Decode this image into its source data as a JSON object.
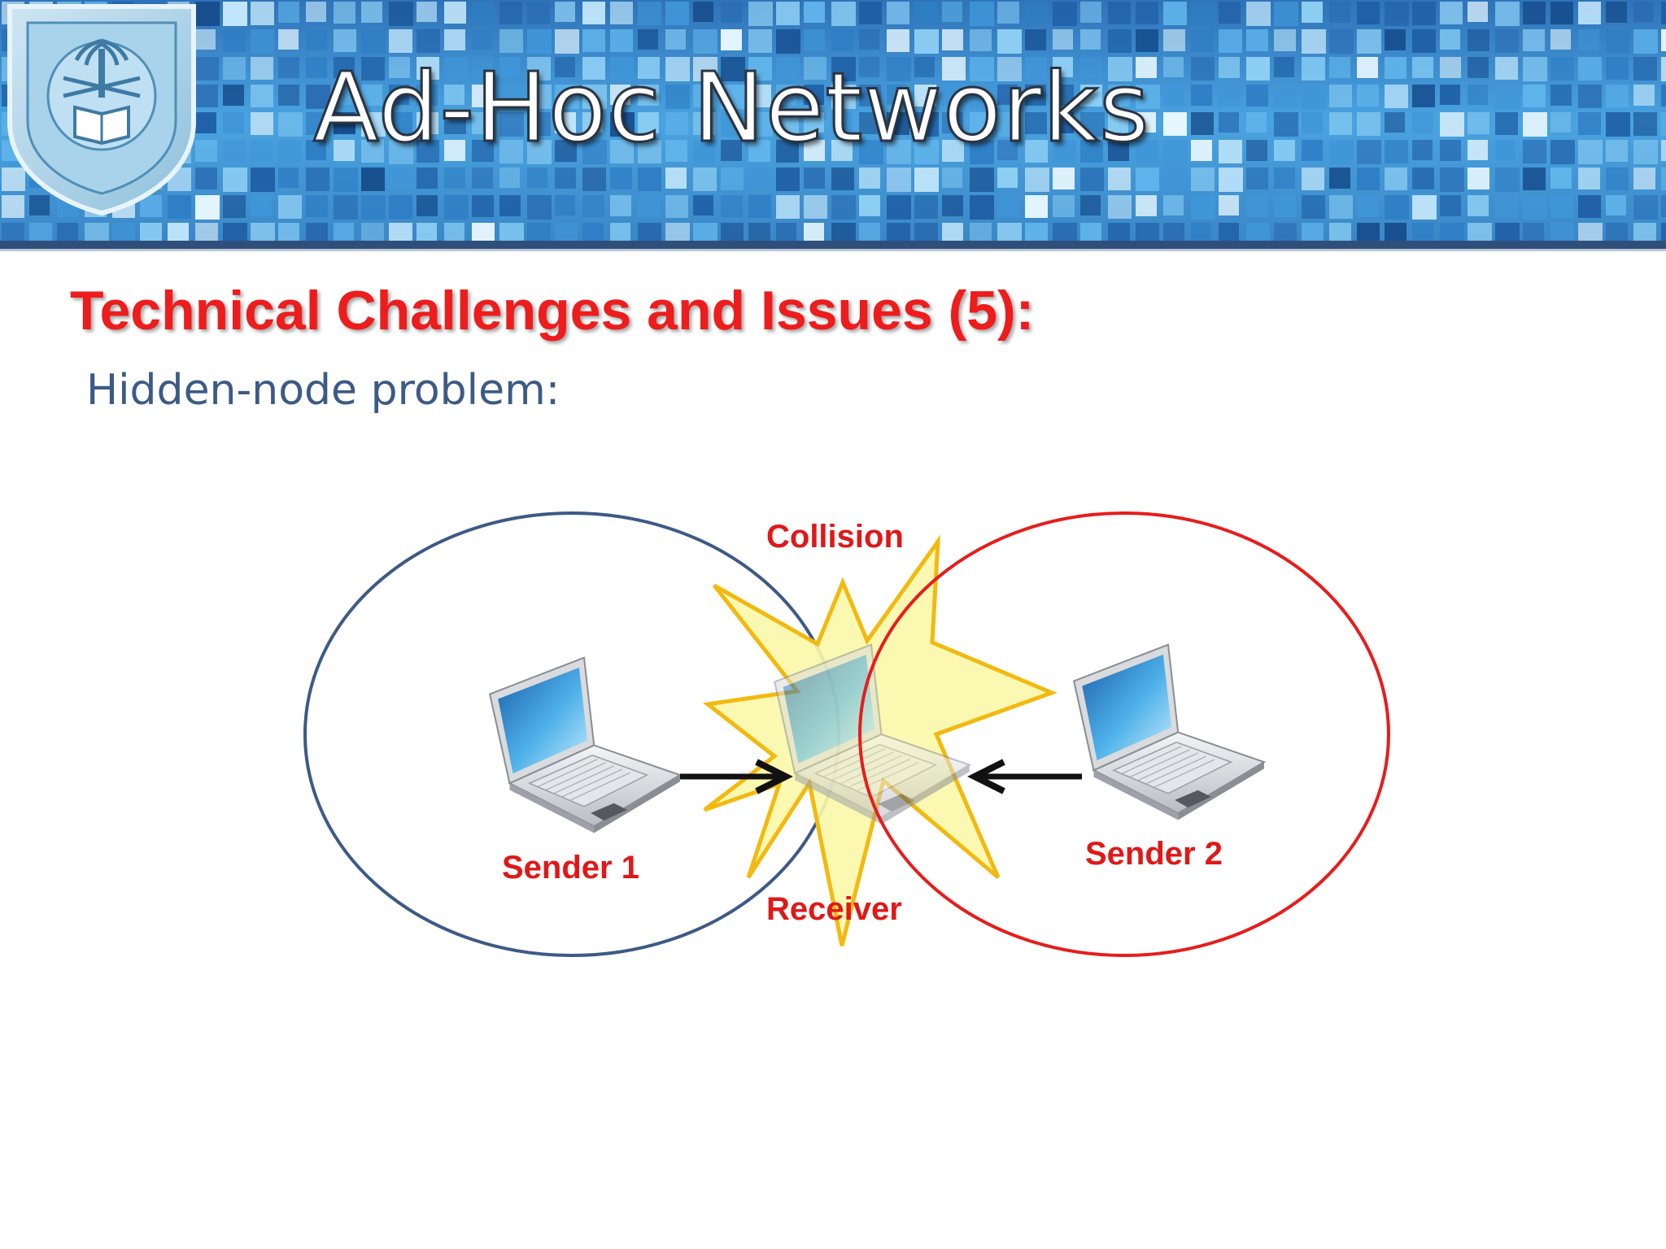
{
  "header": {
    "title": "Ad-Hoc Networks",
    "logo_icon": "university-seal-icon"
  },
  "slide": {
    "heading": "Technical Challenges and Issues (5):",
    "subheading": "Hidden-node problem:"
  },
  "diagram": {
    "collision_label": "Collision",
    "receiver_label": "Receiver",
    "sender1_label": "Sender 1",
    "sender2_label": "Sender 2",
    "colors": {
      "sender1_range": "#3d5a86",
      "sender2_range": "#e81c1c",
      "collision_fill": "#fbf7a8",
      "collision_stroke": "#f2b90f",
      "label": "#e01818"
    }
  }
}
